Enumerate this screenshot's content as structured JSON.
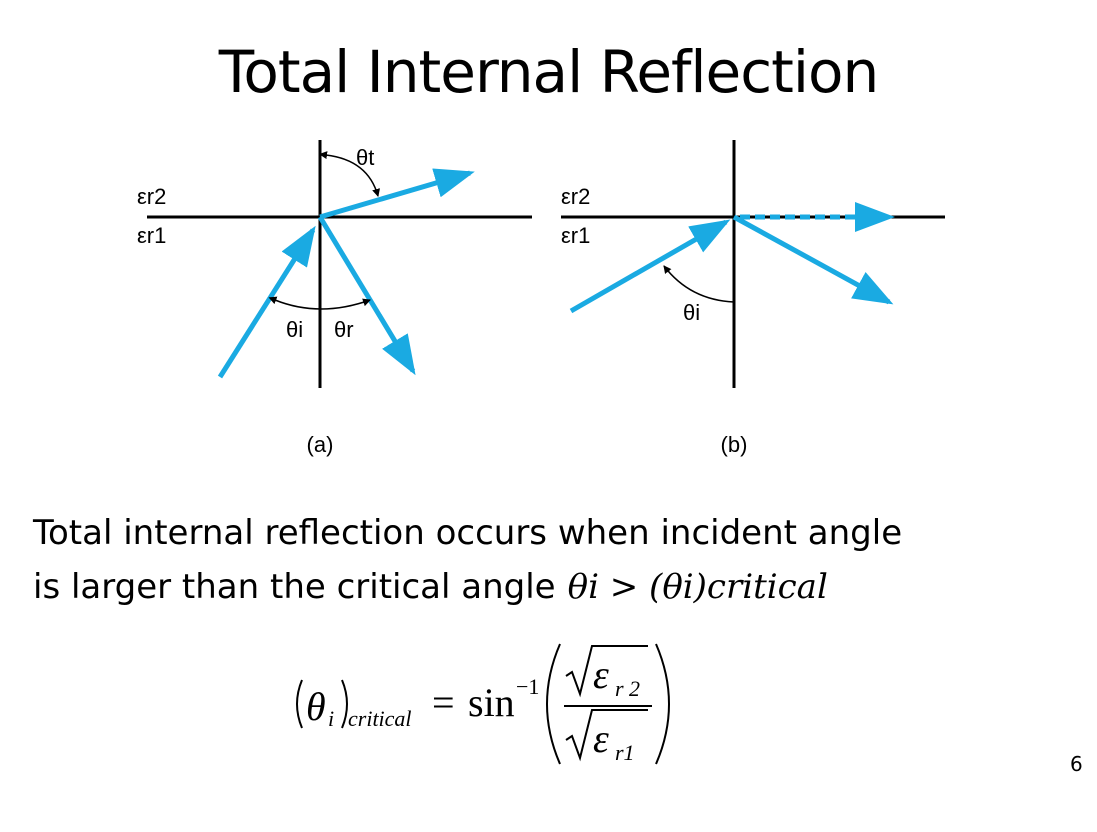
{
  "slide": {
    "title": "Total Internal Reflection",
    "page_number": "6"
  },
  "figure": {
    "labels": {
      "epsilon_r2": "εr2",
      "epsilon_r1": "εr1",
      "theta_t": "θt",
      "theta_i": "θi",
      "theta_r": "θr",
      "caption_a": "(a)",
      "caption_b": "(b)"
    },
    "arrow_color": "#1aaae2"
  },
  "text": {
    "line1": "Total internal reflection occurs when incident angle",
    "line2": "is larger than the critical angle",
    "condition": "θi > (θi)critical"
  },
  "formula": {
    "lhs_theta": "θ",
    "lhs_sub_i": "i",
    "lhs_subscript": "critical",
    "equals": "=",
    "sin": "sin",
    "exponent": "−1",
    "num_eps": "ε",
    "num_sub": "r 2",
    "den_eps": "ε",
    "den_sub": "r1"
  }
}
